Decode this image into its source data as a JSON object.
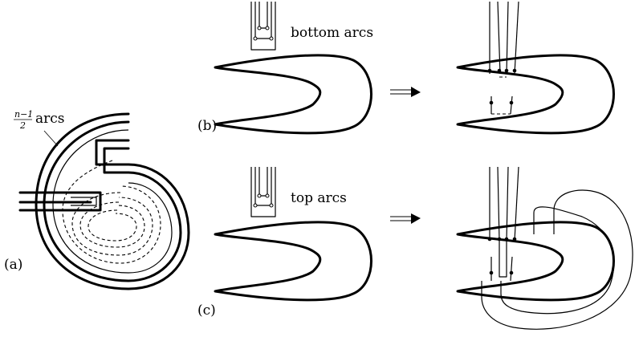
{
  "panel_a": {
    "label": "(a)",
    "annotation_fraction_num": "n−1",
    "annotation_fraction_den": "2",
    "annotation_text": "arcs"
  },
  "panel_b": {
    "label": "(b)",
    "caption": "bottom arcs"
  },
  "panel_c": {
    "label": "(c)",
    "caption": "top arcs"
  },
  "arrow_symbol": "⟹"
}
